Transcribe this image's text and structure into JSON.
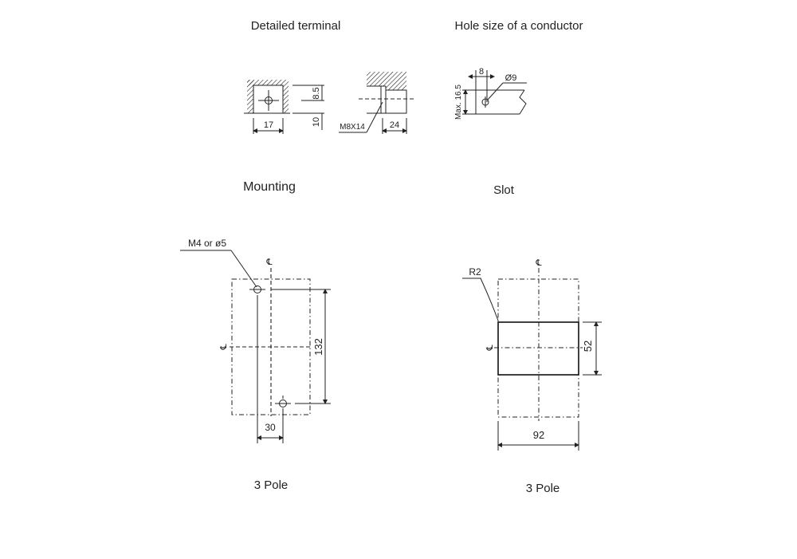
{
  "titles": {
    "detailed_terminal": "Detailed terminal",
    "hole_size": "Hole size of a conductor",
    "mounting": "Mounting",
    "slot": "Slot",
    "mounting_caption": "3 Pole",
    "slot_caption": "3 Pole"
  },
  "terminal": {
    "width": "17",
    "half_height": "8.5",
    "height": "10",
    "bolt": "M8X14",
    "depth": "24"
  },
  "conductor": {
    "width": "8",
    "hole": "Ø9",
    "max_height": "Max. 16.5"
  },
  "mounting": {
    "hole_spec": "M4 or ø5",
    "vertical": "132",
    "horizontal": "30"
  },
  "slot": {
    "radius": "R2",
    "height": "52",
    "width": "92"
  },
  "cl_symbol": "℄"
}
